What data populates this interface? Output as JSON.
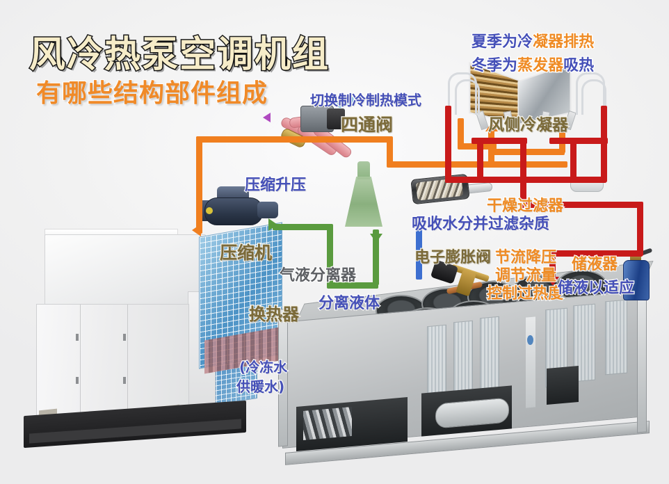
{
  "page": {
    "title_main": "风冷热泵空调机组",
    "title_sub": "有哪些结构部件组成"
  },
  "colors": {
    "title_fill": "#f6ecc8",
    "title_stroke": "#1a1a1a",
    "subtitle": "#f08a28",
    "label_blue": "#4550b8",
    "label_orange": "#ef8b24",
    "label_olive": "#7b6a38",
    "pipe_hot_gas": "#f07f1f",
    "pipe_liquid": "#c81a1a",
    "pipe_suction": "#5a9b3f",
    "pipe_water": "#3d6fd0",
    "background": "#f2f2f3"
  },
  "labels": {
    "four_way_mode": "切换制冷制热模式",
    "four_way_valve": "四通阀",
    "condenser_summer": "夏季为冷凝器排热",
    "condenser_winter": "冬季为蒸发器吸热",
    "air_side_condenser": "风侧冷凝器",
    "compressor_function": "压缩升压",
    "compressor": "压缩机",
    "drier_filter": "干燥过滤器",
    "drier_function": "吸收水分并过滤杂质",
    "separator": "气液分离器",
    "separator_function": "分离液体",
    "heat_exchanger": "换热器",
    "water_note_1": "(冷冻水",
    "water_note_2": "供暖水)",
    "exp_valve": "电子膨胀阀",
    "exp_func_1": "节流降压",
    "exp_func_2": "调节流量",
    "exp_func_3": "控制过热度",
    "receiver": "储液器",
    "receiver_function": "储液以适应"
  },
  "label_chars": {
    "condenser_summer": [
      {
        "t": "夏",
        "c": "b"
      },
      {
        "t": "季",
        "c": "b"
      },
      {
        "t": "为",
        "c": "b"
      },
      {
        "t": "冷",
        "c": "b"
      },
      {
        "t": "凝",
        "c": "o"
      },
      {
        "t": "器",
        "c": "o"
      },
      {
        "t": "排",
        "c": "o"
      },
      {
        "t": "热",
        "c": "o"
      }
    ],
    "condenser_winter": [
      {
        "t": "冬",
        "c": "b"
      },
      {
        "t": "季",
        "c": "b"
      },
      {
        "t": "为",
        "c": "b"
      },
      {
        "t": "蒸",
        "c": "o"
      },
      {
        "t": "发",
        "c": "o"
      },
      {
        "t": "器",
        "c": "o"
      },
      {
        "t": "吸",
        "c": "b"
      },
      {
        "t": "热",
        "c": "b"
      }
    ]
  },
  "components": [
    {
      "name": "compressor",
      "label": "压缩机"
    },
    {
      "name": "four-way-valve",
      "label": "四通阀"
    },
    {
      "name": "air-side-condenser",
      "label": "风侧冷凝器"
    },
    {
      "name": "drier-filter",
      "label": "干燥过滤器"
    },
    {
      "name": "gas-liquid-separator",
      "label": "气液分离器"
    },
    {
      "name": "electronic-expansion-valve",
      "label": "电子膨胀阀"
    },
    {
      "name": "liquid-receiver",
      "label": "储液器"
    },
    {
      "name": "water-side-heat-exchanger",
      "label": "换热器"
    }
  ]
}
